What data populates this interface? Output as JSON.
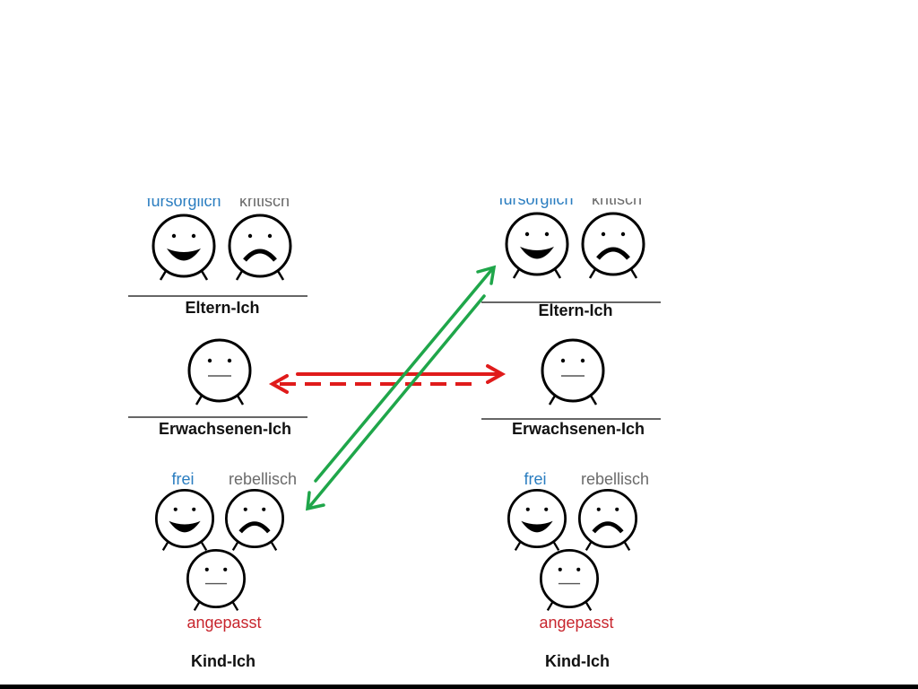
{
  "left": {
    "parent_top_labels": [
      "fürsorglich",
      "kritisch"
    ],
    "parent_label": "Eltern-Ich",
    "adult_label": "Erwachsenen-Ich",
    "child_labels": {
      "free": "frei",
      "rebellious": "rebellisch",
      "adapted": "angepasst"
    },
    "child_label": "Kind-Ich"
  },
  "right": {
    "parent_top_labels": [
      "fürsorglich",
      "kritisch"
    ],
    "parent_label": "Eltern-Ich",
    "adult_label": "Erwachsenen-Ich",
    "child_labels": {
      "free": "frei",
      "rebellious": "rebellisch",
      "adapted": "angepasst"
    },
    "child_label": "Kind-Ich"
  },
  "colors": {
    "red_arrow": "#e01b1b",
    "green_arrow": "#1fa64a",
    "blue_text": "#2a7dc0",
    "gray_text": "#6b6b6b",
    "red_text": "#c8262e"
  }
}
